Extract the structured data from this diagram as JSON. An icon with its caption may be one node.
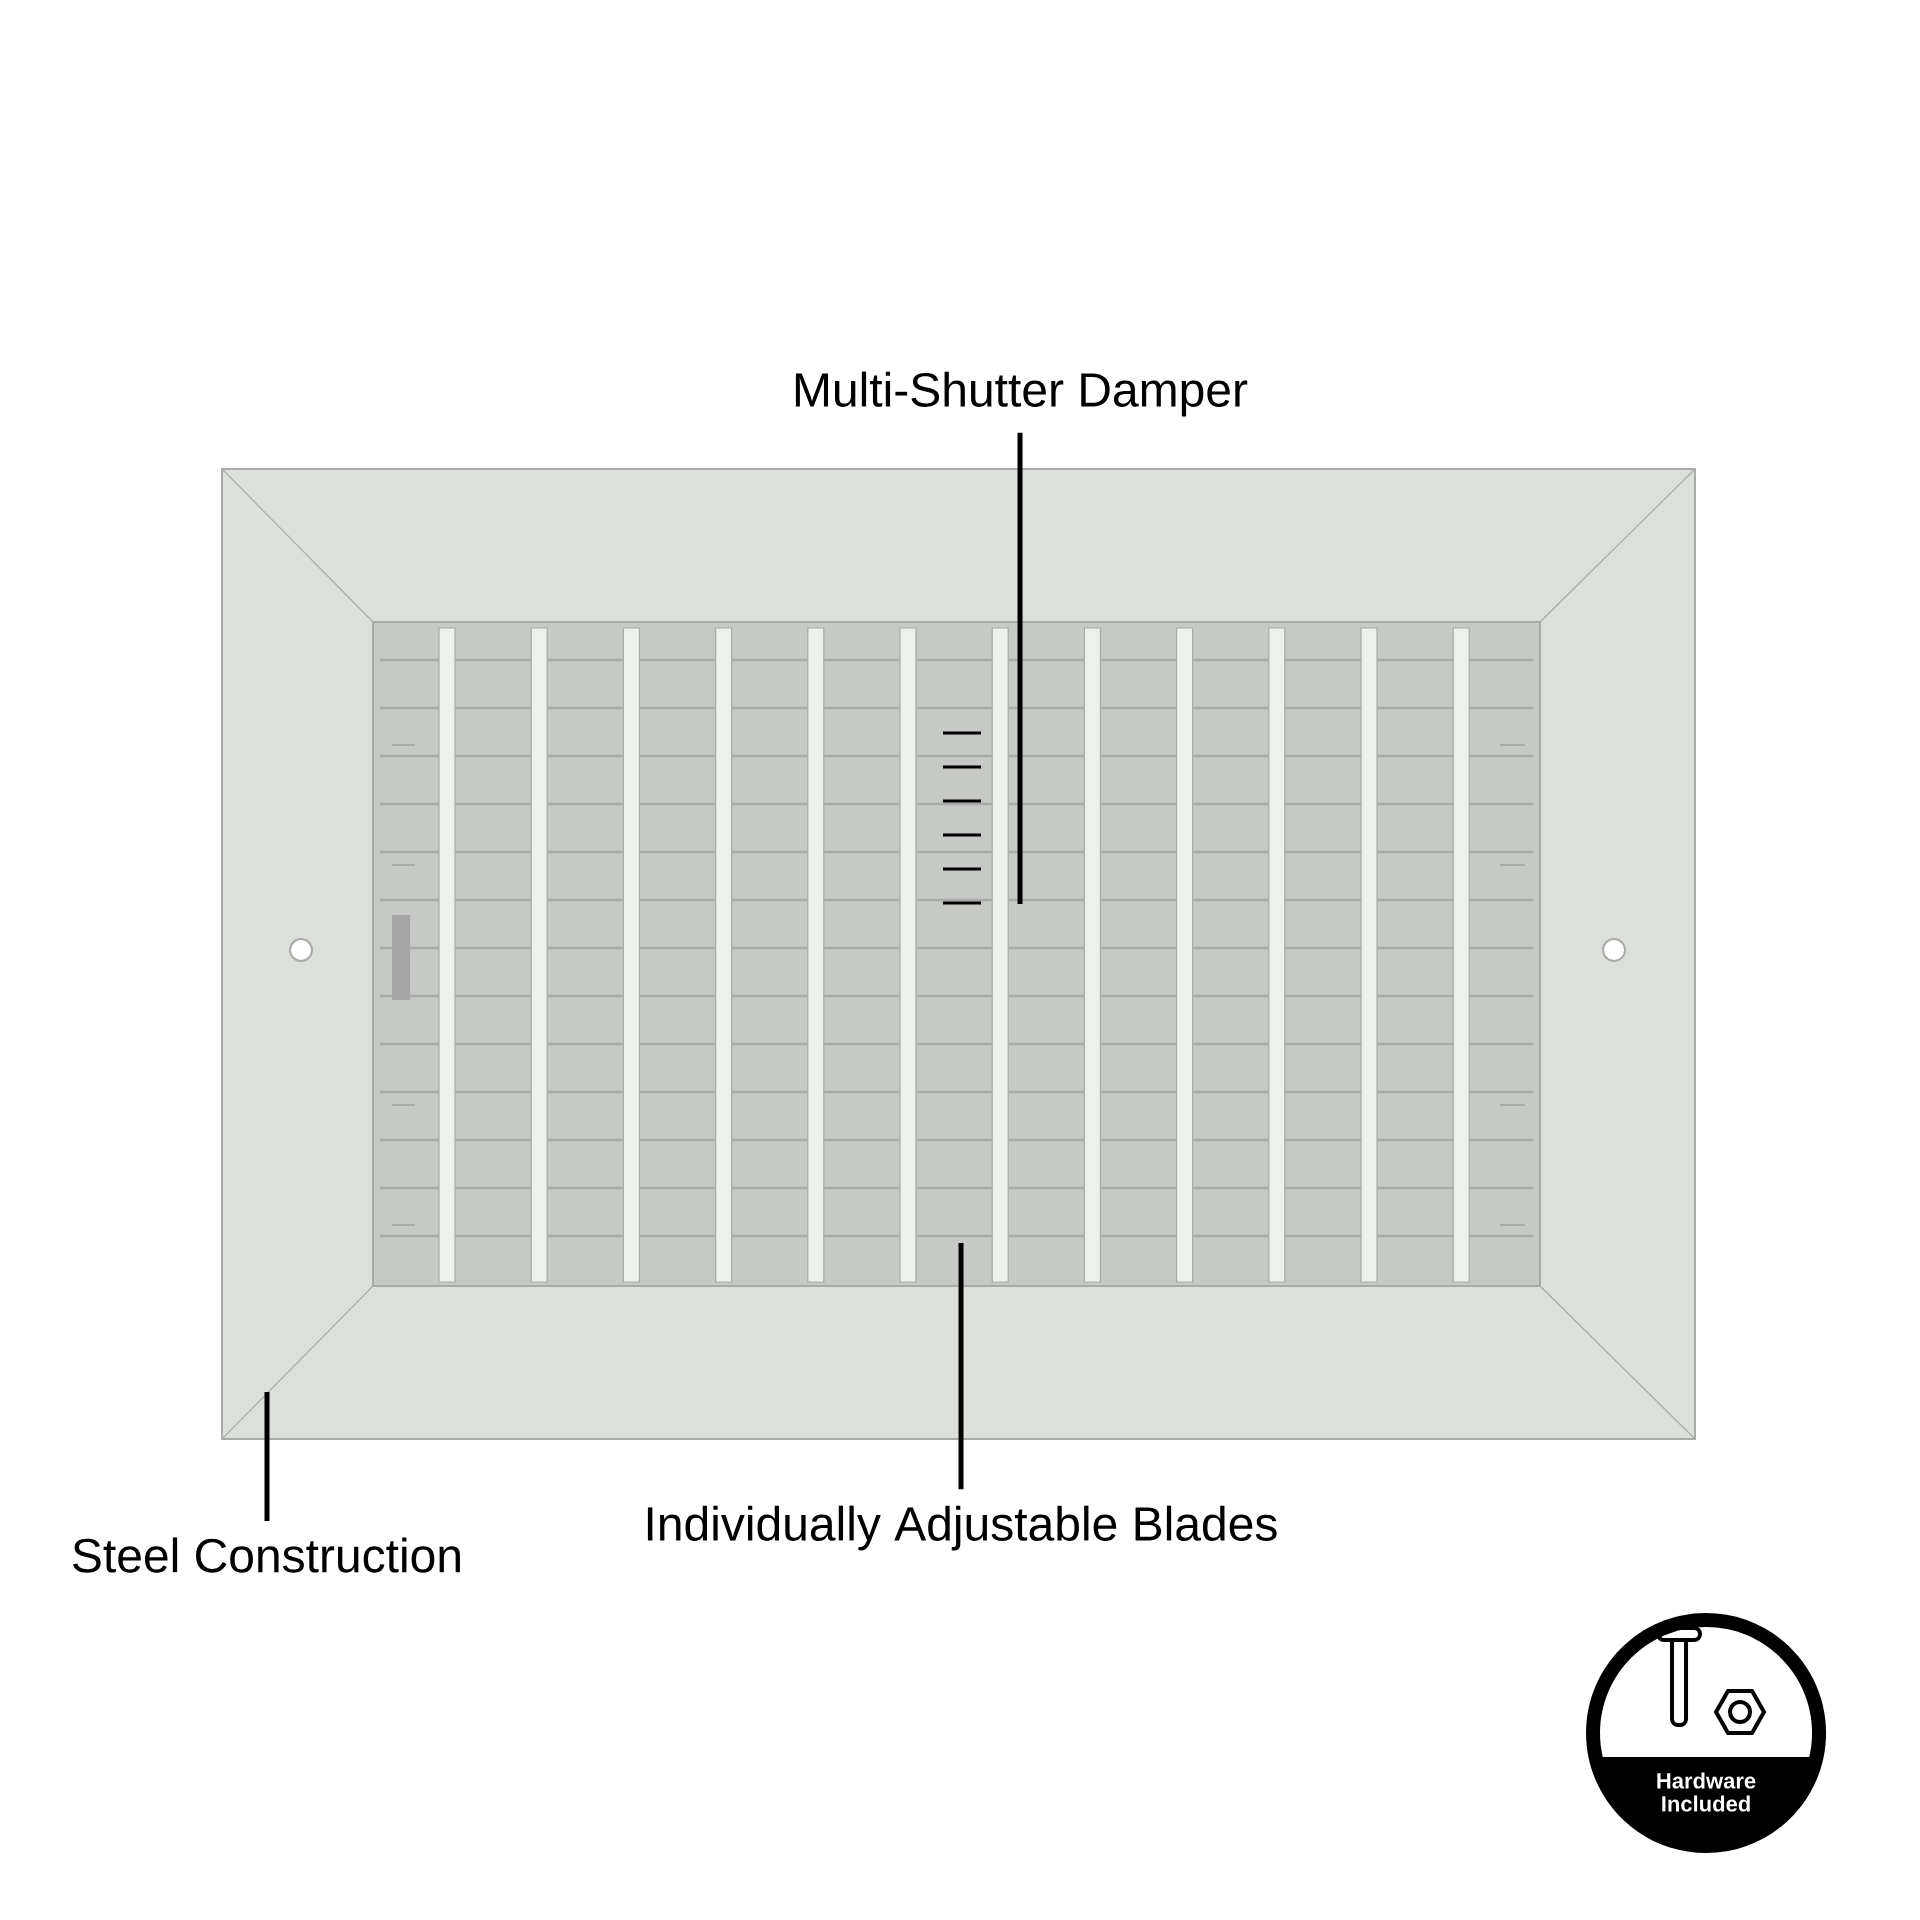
{
  "diagram": {
    "nodes": [
      {
        "text": [
          "Multi-Shutter Damper"
        ]
      },
      {
        "text": [
          "Individually Adjustable Blades"
        ]
      },
      {
        "text": [
          "Steel Construction"
        ]
      },
      {
        "text": [
          "Hardware Included"
        ]
      }
    ],
    "edges": [
      {
        "from": 0,
        "to": null,
        "arrow": "none"
      },
      {
        "from": 1,
        "to": null,
        "arrow": "none"
      },
      {
        "from": 2,
        "to": null,
        "arrow": "none"
      }
    ]
  }
}
